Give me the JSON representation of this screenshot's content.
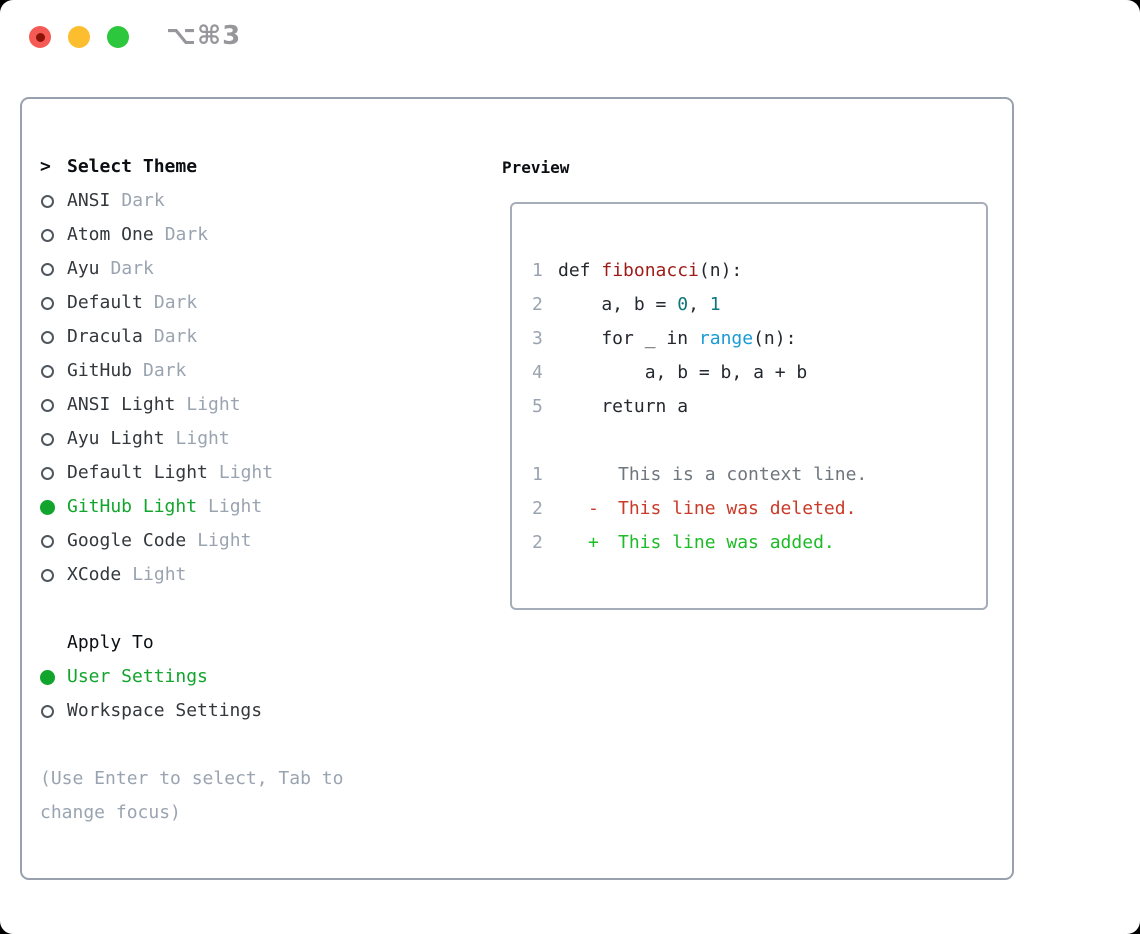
{
  "window": {
    "title": "⌥⌘3"
  },
  "theme_panel": {
    "prompt": ">",
    "header": "Select Theme",
    "themes": [
      {
        "name": "ANSI",
        "variant": "Dark",
        "selected": false
      },
      {
        "name": "Atom One",
        "variant": "Dark",
        "selected": false
      },
      {
        "name": "Ayu",
        "variant": "Dark",
        "selected": false
      },
      {
        "name": "Default",
        "variant": "Dark",
        "selected": false
      },
      {
        "name": "Dracula",
        "variant": "Dark",
        "selected": false
      },
      {
        "name": "GitHub",
        "variant": "Dark",
        "selected": false
      },
      {
        "name": "ANSI Light",
        "variant": "Light",
        "selected": false
      },
      {
        "name": "Ayu Light",
        "variant": "Light",
        "selected": false
      },
      {
        "name": "Default Light",
        "variant": "Light",
        "selected": false
      },
      {
        "name": "GitHub Light",
        "variant": "Light",
        "selected": true
      },
      {
        "name": "Google Code",
        "variant": "Light",
        "selected": false
      },
      {
        "name": "XCode",
        "variant": "Light",
        "selected": false
      }
    ],
    "apply_header": "Apply To",
    "apply_options": [
      {
        "label": "User Settings",
        "selected": true
      },
      {
        "label": "Workspace Settings",
        "selected": false
      }
    ],
    "hint": "(Use Enter to select, Tab to change focus)"
  },
  "preview": {
    "header": "Preview",
    "code_lines": [
      {
        "num": "1",
        "segments": [
          {
            "text": "def ",
            "style": "plain"
          },
          {
            "text": "fibonacci",
            "style": "func"
          },
          {
            "text": "(n):",
            "style": "plain"
          }
        ]
      },
      {
        "num": "2",
        "segments": [
          {
            "text": "    a, b = ",
            "style": "plain"
          },
          {
            "text": "0",
            "style": "numlit"
          },
          {
            "text": ", ",
            "style": "plain"
          },
          {
            "text": "1",
            "style": "numlit"
          }
        ]
      },
      {
        "num": "3",
        "segments": [
          {
            "text": "    for _ in ",
            "style": "plain"
          },
          {
            "text": "range",
            "style": "builtin"
          },
          {
            "text": "(n):",
            "style": "plain"
          }
        ]
      },
      {
        "num": "4",
        "segments": [
          {
            "text": "        a, b = b, a + b",
            "style": "plain"
          }
        ]
      },
      {
        "num": "5",
        "segments": [
          {
            "text": "    return a",
            "style": "plain"
          }
        ]
      }
    ],
    "diff_lines": [
      {
        "num": "1",
        "marker": " ",
        "text": "This is a context line.",
        "type": "context"
      },
      {
        "num": "2",
        "marker": "-",
        "text": "This line was deleted.",
        "type": "deleted"
      },
      {
        "num": "2",
        "marker": "+",
        "text": "This line was added.",
        "type": "added"
      }
    ]
  },
  "colors": {
    "accent_green": "#12a52d",
    "text_header": "#0b0e12",
    "text_primary": "#24292f",
    "text_item": "#33383d",
    "text_secondary": "#9aa4b1",
    "radio_outline": "#51575e",
    "func_red": "#9e1b16",
    "number_teal": "#0d767e",
    "builtin_blue": "#1a9ad6",
    "diff_context": "#6f767e",
    "diff_red": "#c93a28",
    "diff_green": "#1dbb27",
    "border_gray": "#98a1ad",
    "border_gray_light": "#a6adb9",
    "title_gray": "#96969b",
    "traffic_red": "#f65a54",
    "traffic_red_dot": "#8c1209",
    "traffic_yellow": "#fcbd2e",
    "traffic_green": "#2dc73d"
  }
}
